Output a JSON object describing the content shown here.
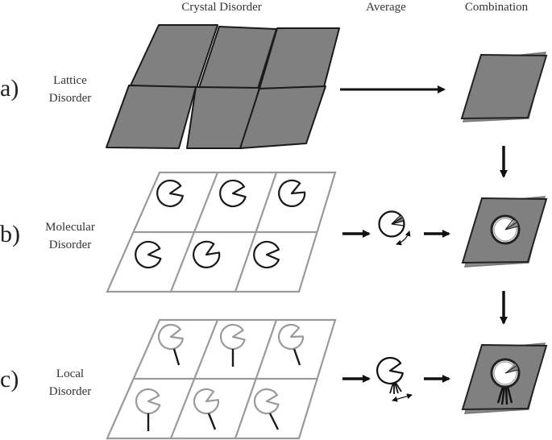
{
  "headers": {
    "crystal_disorder": "Crystal Disorder",
    "average": "Average",
    "combination": "Combination"
  },
  "rows": [
    {
      "label": "a)",
      "line1": "Lattice",
      "line2": "Disorder"
    },
    {
      "label": "b)",
      "line1": "Molecular",
      "line2": "Disorder"
    },
    {
      "label": "c)",
      "line1": "Local",
      "line2": "Disorder"
    }
  ],
  "colors": {
    "tile_fill": "#808080",
    "tile_stroke": "#1a1a1a",
    "grid_line": "#9a9a9a",
    "molecule_dark": "#1a1a1a",
    "molecule_light": "#9a9a9a",
    "arrow": "#111111"
  }
}
